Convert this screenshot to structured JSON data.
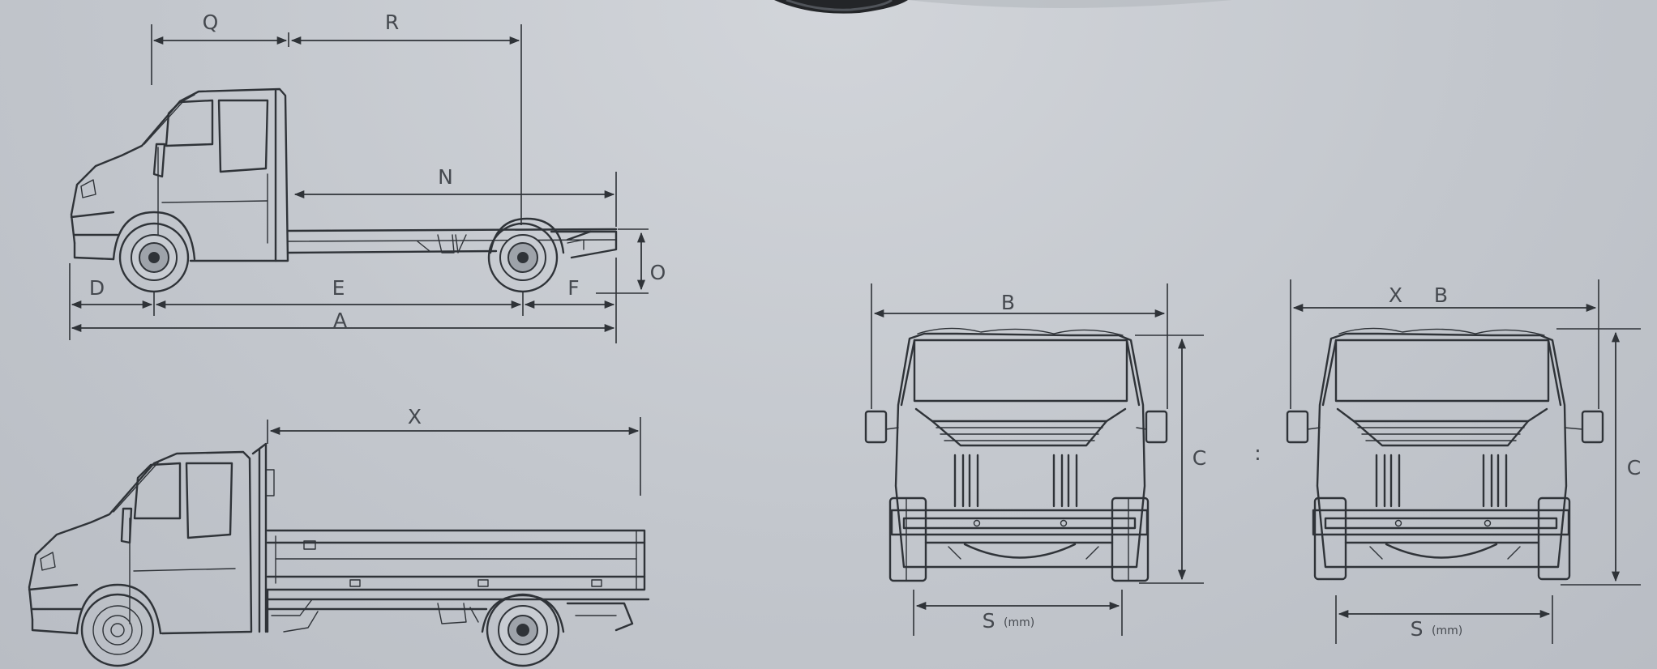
{
  "side_view": {
    "labels": {
      "q": "Q",
      "r": "R",
      "n": "N",
      "o": "O",
      "d": "D",
      "e": "E",
      "f": "F",
      "a": "A"
    }
  },
  "dropside_view": {
    "labels": {
      "x": "X"
    }
  },
  "rear_view_1": {
    "labels": {
      "b": "B",
      "c": "C",
      "s": "S",
      "s_unit": "(mm)"
    }
  },
  "rear_view_2": {
    "labels": {
      "x": "X",
      "b": "B",
      "c": "C",
      "s": "S",
      "s_unit": "(mm)"
    }
  },
  "colors": {
    "background": "#c3c7cd",
    "line": "#2f3338",
    "label": "#45494f"
  }
}
